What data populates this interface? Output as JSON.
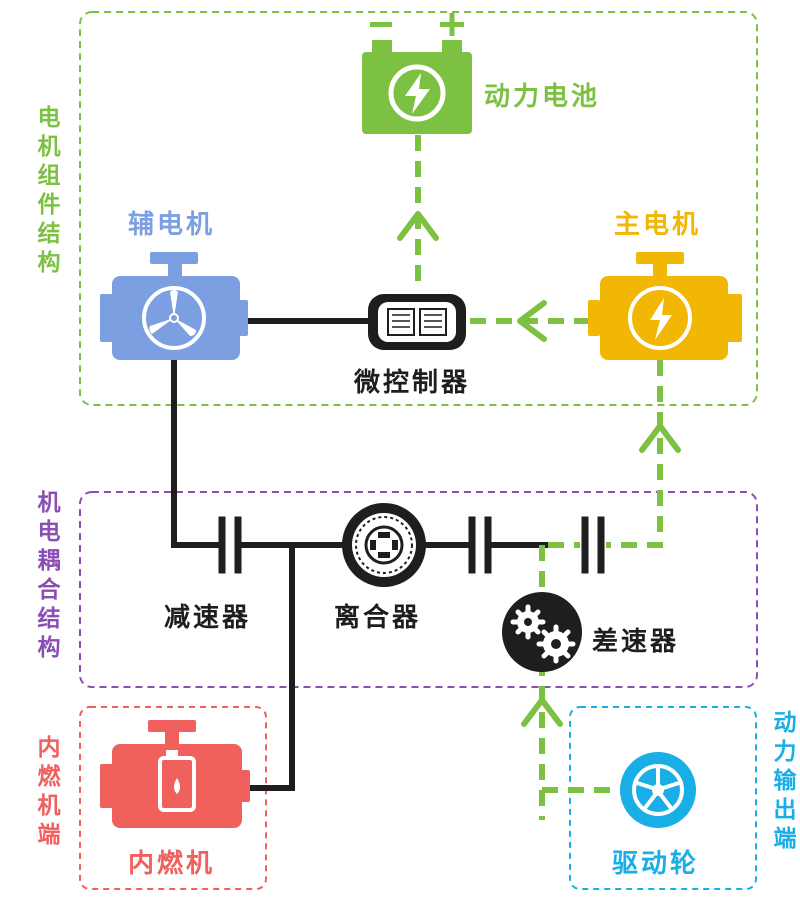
{
  "groups": {
    "motor_assembly": "电机组件结构",
    "electromechanical_coupling": "机电耦合结构",
    "engine_end": "内燃机端",
    "power_output_end": "动力输出端"
  },
  "components": {
    "battery": "动力电池",
    "aux_motor": "辅电机",
    "main_motor": "主电机",
    "mcu": "微控制器",
    "reducer": "减速器",
    "clutch": "离合器",
    "differential": "差速器",
    "engine": "内燃机",
    "drive_wheel": "驱动轮"
  },
  "colors": {
    "green": "#7dc142",
    "blue": "#7b9fe0",
    "yellow": "#f2b705",
    "red": "#f0605d",
    "purple": "#8a4fb5",
    "cyan": "#1aaee6",
    "dark": "#1e1e1e"
  },
  "icons": [
    "battery-icon",
    "fan-motor-icon",
    "lightning-motor-icon",
    "microcontroller-icon",
    "clutch-icon",
    "gears-icon",
    "fuel-engine-icon",
    "wheel-icon"
  ]
}
